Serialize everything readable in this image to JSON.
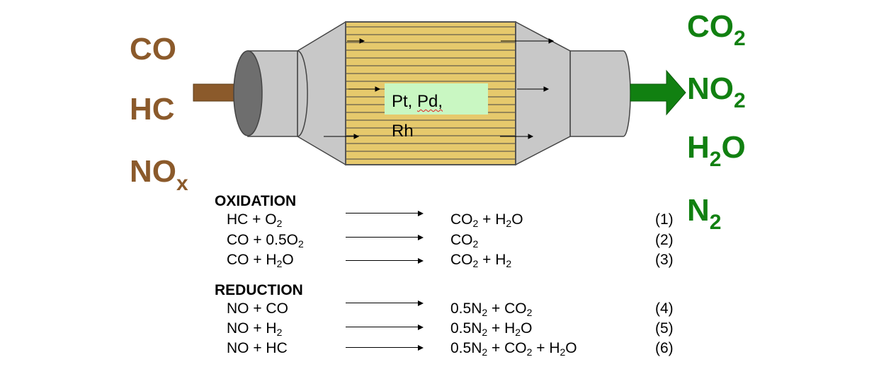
{
  "inlet_gases": [
    {
      "main": "CO",
      "sub": ""
    },
    {
      "main": "HC",
      "sub": ""
    },
    {
      "main": "NO",
      "sub": "x"
    }
  ],
  "outlet_gases": [
    {
      "main": "CO",
      "sub": "2"
    },
    {
      "main": "NO",
      "sub": "2"
    },
    {
      "main": "H",
      "sub": "2",
      "tail": "O"
    },
    {
      "main": "N",
      "sub": "2"
    }
  ],
  "catalyst": {
    "line1_a": "Pt, ",
    "line1_b": "Pd,",
    "line2": "Rh"
  },
  "oxidation": {
    "heading": "OXIDATION",
    "reactions": [
      {
        "lhs": [
          [
            "HC + O",
            "2"
          ]
        ],
        "rhs": [
          [
            "CO",
            "2"
          ],
          [
            " + H",
            "2"
          ],
          [
            "O",
            ""
          ]
        ],
        "num": "(1)"
      },
      {
        "lhs": [
          [
            "CO + 0.5O",
            "2"
          ]
        ],
        "rhs": [
          [
            "CO",
            "2"
          ]
        ],
        "num": "(2)"
      },
      {
        "lhs": [
          [
            "CO + H",
            "2"
          ],
          [
            "O",
            ""
          ]
        ],
        "rhs": [
          [
            "CO",
            "2"
          ],
          [
            " + H",
            "2"
          ]
        ],
        "num": "(3)"
      }
    ]
  },
  "reduction": {
    "heading": "REDUCTION",
    "reactions": [
      {
        "lhs": [
          [
            "NO + CO",
            ""
          ]
        ],
        "rhs": [
          [
            "0.5N",
            "2"
          ],
          [
            " + CO",
            "2"
          ]
        ],
        "num": "(4)"
      },
      {
        "lhs": [
          [
            "NO + H",
            "2"
          ]
        ],
        "rhs": [
          [
            "0.5N",
            "2"
          ],
          [
            " + H",
            "2"
          ],
          [
            "O",
            ""
          ]
        ],
        "num": "(5)"
      },
      {
        "lhs": [
          [
            "NO + HC",
            ""
          ]
        ],
        "rhs": [
          [
            "0.5N",
            "2"
          ],
          [
            " + CO",
            "2"
          ],
          [
            " + H",
            "2"
          ],
          [
            "O",
            ""
          ]
        ],
        "num": "(6)"
      }
    ]
  },
  "colors": {
    "inlet": "#8B5A2B",
    "outlet": "#118011",
    "shell": "#c8c8c8",
    "monolith": "#e6c96c",
    "catalyst_label_bg": "#c9f7c2"
  }
}
